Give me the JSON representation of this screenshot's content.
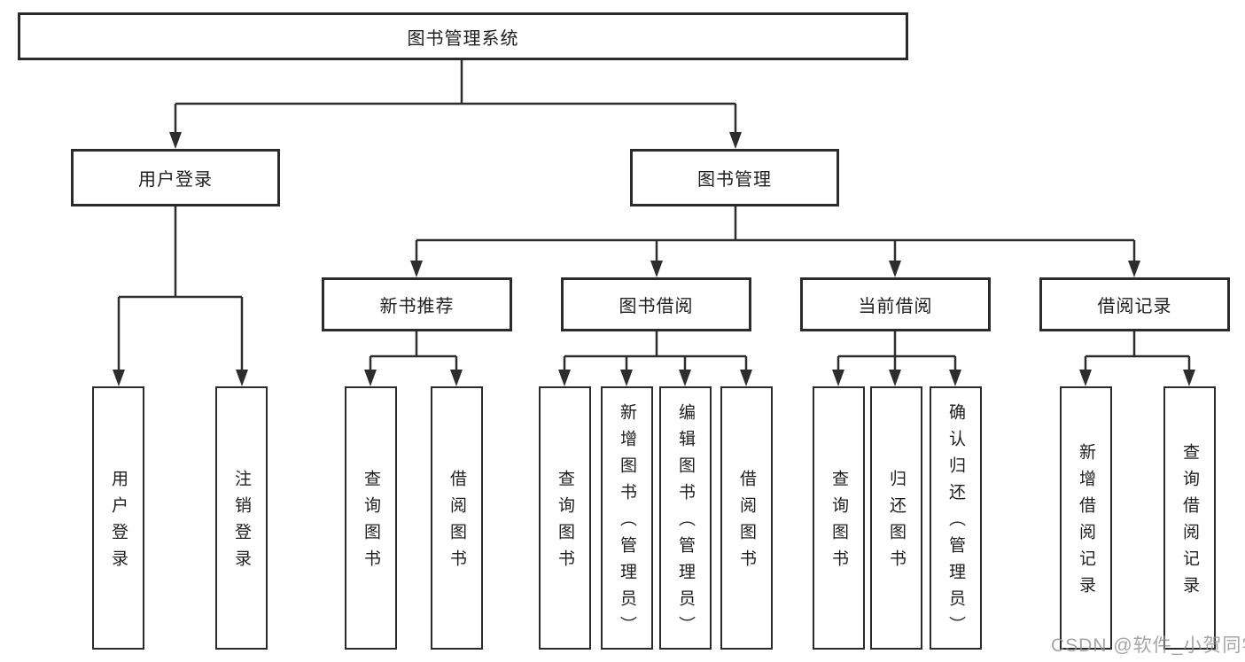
{
  "colors": {
    "background": "#ffffff",
    "box_border": "#2b2b2b",
    "connector_line": "#2d2d2d",
    "text": "#1e1e1e",
    "watermark_text": "#8f8f8f"
  },
  "diagram": {
    "title": "图书管理系统",
    "branches": [
      {
        "label": "用户登录",
        "children": [
          {
            "label": "用户登录"
          },
          {
            "label": "注销登录"
          }
        ]
      },
      {
        "label": "图书管理",
        "children": [
          {
            "label": "新书推荐",
            "children": [
              {
                "label": "查询图书"
              },
              {
                "label": "借阅图书"
              }
            ]
          },
          {
            "label": "图书借阅",
            "children": [
              {
                "label": "查询图书"
              },
              {
                "label": "新增图书（管理员）"
              },
              {
                "label": "编辑图书（管理员）"
              },
              {
                "label": "借阅图书"
              }
            ]
          },
          {
            "label": "当前借阅",
            "children": [
              {
                "label": "查询图书"
              },
              {
                "label": "归还图书"
              },
              {
                "label": "确认归还（管理员）"
              }
            ]
          },
          {
            "label": "借阅记录",
            "children": [
              {
                "label": "新增借阅记录"
              },
              {
                "label": "查询借阅记录"
              }
            ]
          }
        ]
      }
    ]
  },
  "watermark": {
    "text": "CSDN @软件_小贺同学"
  }
}
